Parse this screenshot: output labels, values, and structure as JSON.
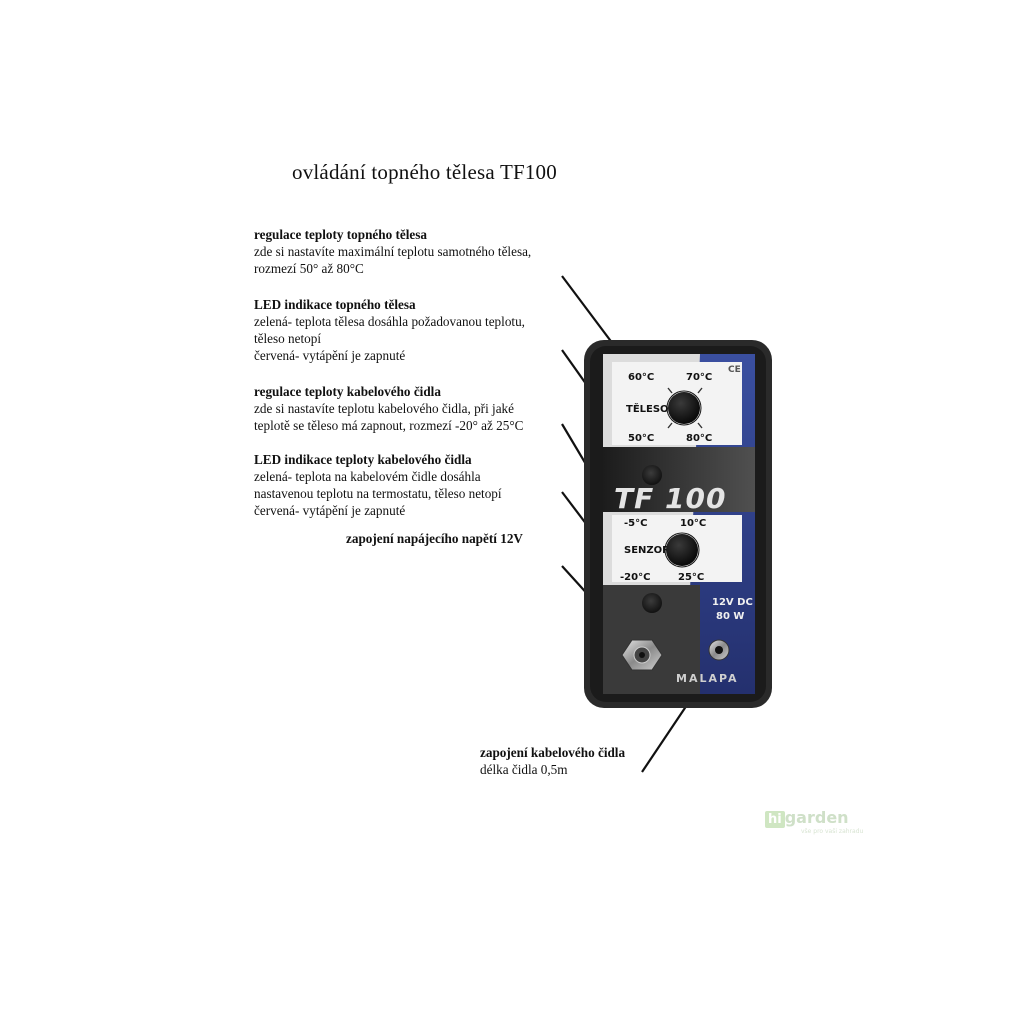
{
  "title": "ovládání topného tělesa TF100",
  "annotations": [
    {
      "heading": "regulace teploty topného tělesa",
      "lines": [
        "zde si nastavíte maximální teplotu samotného tělesa,",
        "rozmezí 50° až 80°C"
      ]
    },
    {
      "heading": "LED indikace topného tělesa",
      "lines": [
        "zelená- teplota tělesa dosáhla požadovanou teplotu,",
        "těleso netopí",
        "červená- vytápění je zapnuté"
      ]
    },
    {
      "heading": "regulace teploty kabelového čidla",
      "lines": [
        "zde si nastavíte teplotu kabelového čidla, při jaké",
        "teplotě se těleso má zapnout, rozmezí -20° až 25°C"
      ]
    },
    {
      "heading": "LED indikace teploty kabelového čidla",
      "lines": [
        "zelená- teplota na kabelovém čidle dosáhla",
        "nastavenou teplotu na termostatu, těleso netopí",
        "červená- vytápění je zapnuté"
      ]
    },
    {
      "heading": "zapojení napájecího napětí 12V",
      "lines": []
    },
    {
      "heading": "zapojení kabelového čidla",
      "lines": [
        "délka čidla 0,5m"
      ]
    }
  ],
  "device": {
    "model": "TF 100",
    "ce_mark": "CE",
    "dial1": {
      "label": "TĚLESO",
      "scale": [
        "60°C",
        "70°C",
        "50°C",
        "80°C"
      ]
    },
    "dial2": {
      "label": "SENZOR",
      "scale": [
        "-5°C",
        "10°C",
        "-20°C",
        "25°C"
      ]
    },
    "rating": [
      "12V DC",
      "80 W"
    ],
    "brand": "MALAPA"
  },
  "watermark": {
    "hi": "hi",
    "garden": "garden",
    "sub": "vše pro vaši zahradu"
  }
}
